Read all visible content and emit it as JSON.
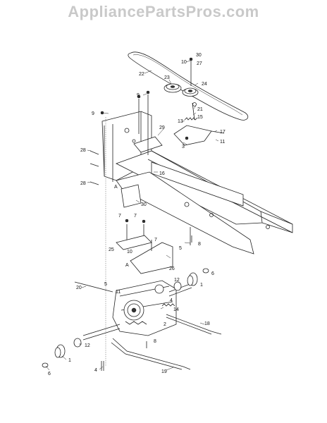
{
  "watermark": "AppliancePartsPros.com",
  "callouts": {
    "c30": "30",
    "c10a": "10",
    "c27": "27",
    "c22": "22",
    "c23": "23",
    "c24": "24",
    "c9a": "9",
    "c9b": "9",
    "c21": "21",
    "c15": "15",
    "c13": "13",
    "c29": "29",
    "c17": "17",
    "c3": "3",
    "c11a": "11",
    "c28a": "28",
    "c16": "16",
    "c28b": "28",
    "cA1": "A",
    "c30b": "30",
    "c7a": "7",
    "c7b": "7",
    "c7c": "7",
    "c8a": "8",
    "c25": "25",
    "c5a": "5",
    "c10b": "10",
    "c26": "26",
    "c20": "20",
    "c5b": "5",
    "c6a": "6",
    "c12a": "12",
    "c1a": "1",
    "c4a": "4",
    "c11b": "11",
    "c14": "14",
    "c2": "2",
    "c18": "18",
    "c8b": "8",
    "c12b": "12",
    "c1b": "1",
    "c6b": "6",
    "c4b": "4",
    "c19": "19",
    "cA2": "A"
  }
}
